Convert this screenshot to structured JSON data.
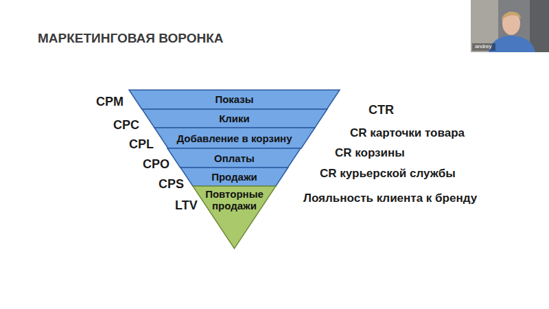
{
  "diagram": {
    "title": "МАРКЕТИНГОВАЯ ВОРОНКА",
    "nodes": [
      {
        "text": [
          "Показы"
        ]
      },
      {
        "text": [
          "Клики"
        ]
      },
      {
        "text": [
          "Добавление в корзину"
        ]
      },
      {
        "text": [
          "Оплаты"
        ]
      },
      {
        "text": [
          "Продажи"
        ]
      },
      {
        "text": [
          "Повторные продажи"
        ]
      }
    ],
    "labels": [
      "CPM",
      "CPC",
      "CPL",
      "CPO",
      "CPS",
      "LTV",
      "CTR",
      "CR карточки товара",
      "CR корзины",
      "CR курьерской службы",
      "Лояльность клиента к бренду",
      "andrey"
    ]
  }
}
